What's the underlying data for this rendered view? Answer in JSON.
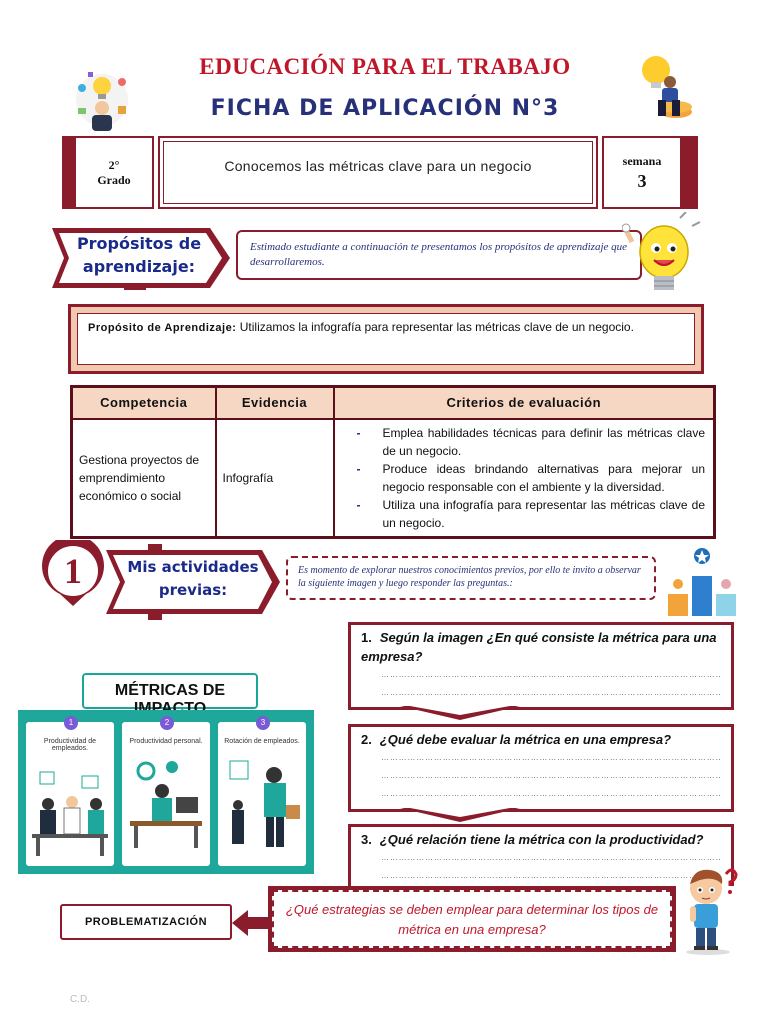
{
  "header": {
    "title": "EDUCACIÓN PARA EL TRABAJO",
    "subtitle": "FICHA DE APLICACIÓN N°3",
    "grade_num": "2°",
    "grade_word": "Grado",
    "topic": "Conocemos las métricas clave para un negocio",
    "week_label": "semana",
    "week_num": "3"
  },
  "propositos": {
    "label_line1": "Propósitos de",
    "label_line2": "aprendizaje:",
    "intro": "Estimado estudiante a continuación te presentamos los propósitos de aprendizaje que desarrollaremos.",
    "purpose_label": "Propósito de Aprendizaje:",
    "purpose_text": "Utilizamos la infografía para representar las métricas clave de un negocio."
  },
  "table": {
    "headers": [
      "Competencia",
      "Evidencia",
      "Criterios de evaluación"
    ],
    "competencia": "Gestiona proyectos de emprendimiento económico o social",
    "evidencia": "Infografía",
    "criterios": [
      "Emplea habilidades técnicas para definir las métricas clave de un negocio.",
      "Produce ideas brindando alternativas para mejorar un negocio responsable con el ambiente y la diversidad.",
      "Utiliza una infografía para representar las métricas clave de un negocio."
    ]
  },
  "actividades": {
    "number": "1",
    "label_line1": "Mis actividades",
    "label_line2": "previas:",
    "intro": "Es momento de explorar nuestros conocimientos previos, por ello te invito a observar la siguiente imagen y luego responder las preguntas.:"
  },
  "infographic": {
    "title": "MÉTRICAS DE IMPACTO",
    "panels": [
      {
        "num": "1",
        "caption": "Productividad de empleados."
      },
      {
        "num": "2",
        "caption": "Productividad personal."
      },
      {
        "num": "3",
        "caption": "Rotación de empleados."
      }
    ]
  },
  "questions": [
    {
      "num": "1.",
      "text": "Según la imagen ¿En qué consiste la métrica para una empresa?"
    },
    {
      "num": "2.",
      "text": "¿Qué debe evaluar la métrica en una empresa?"
    },
    {
      "num": "3.",
      "text": "¿Qué relación tiene la métrica con la productividad?"
    }
  ],
  "problematizacion": {
    "label": "PROBLEMATIZACIÓN",
    "question": "¿Qué estrategias se deben emplear para determinar los tipos de métrica en una empresa?"
  },
  "footer": {
    "mark": "C.D."
  },
  "colors": {
    "maroon": "#8b1c2c",
    "navy": "#26317a",
    "red": "#c0162a",
    "teal": "#1ea79a",
    "peach": "#f6d7c3"
  }
}
